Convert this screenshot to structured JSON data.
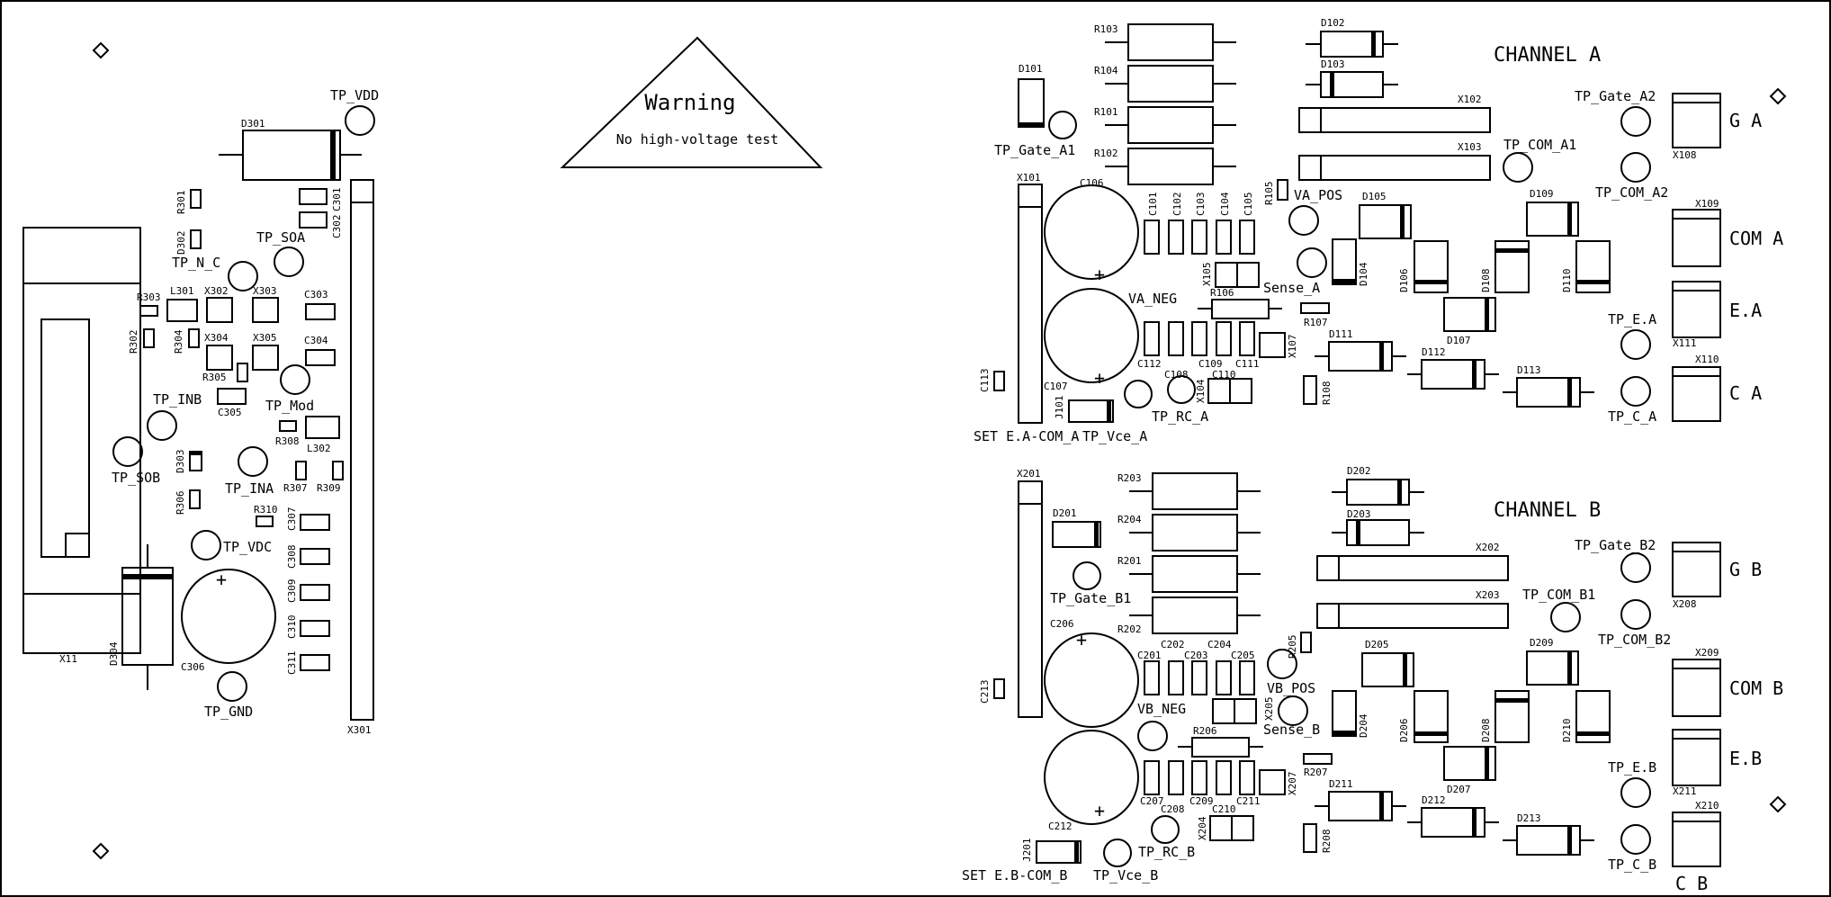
{
  "warning": {
    "title": "Warning",
    "message": "No high-voltage test"
  },
  "channel_a": {
    "title": "CHANNEL A",
    "connectors": {
      "ga": "G A",
      "coma": "COM A",
      "ea": "E.A",
      "ca": "C A"
    },
    "labels": {
      "set": "SET E.A-COM_A",
      "tp_vce": "TP_Vce_A",
      "tp_rc": "TP_RC_A",
      "tp_gate1": "TP_Gate_A1",
      "tp_gate2": "TP_Gate_A2",
      "tp_com1": "TP_COM_A1",
      "tp_com2": "TP_COM_A2",
      "tp_e": "TP_E.A",
      "tp_c": "TP_C_A",
      "va_pos": "VA_POS",
      "va_neg": "VA_NEG",
      "sense": "Sense_A"
    },
    "refs": {
      "r103": "R103",
      "r104": "R104",
      "r101": "R101",
      "r102": "R102",
      "d101": "D101",
      "d102": "D102",
      "d103": "D103",
      "x101": "X101",
      "x102": "X102",
      "x103": "X103",
      "x104": "X104",
      "x105": "X105",
      "x107": "X107",
      "x108": "X108",
      "x109": "X109",
      "x110": "X110",
      "x111": "X111",
      "c101": "C101",
      "c102": "C102",
      "c103": "C103",
      "c104": "C104",
      "c105": "C105",
      "c106": "C106",
      "c107": "C107",
      "c108": "C108",
      "c109": "C109",
      "c110": "C110",
      "c111": "C111",
      "c112": "C112",
      "c113": "C113",
      "r105": "R105",
      "r106": "R106",
      "r107": "R107",
      "r108": "R108",
      "d104": "D104",
      "d105": "D105",
      "d106": "D106",
      "d107": "D107",
      "d108": "D108",
      "d109": "D109",
      "d110": "D110",
      "d111": "D111",
      "d112": "D112",
      "d113": "D113",
      "j101": "J101"
    }
  },
  "channel_b": {
    "title": "CHANNEL B",
    "connectors": {
      "gb": "G B",
      "comb": "COM B",
      "eb": "E.B",
      "cb": "C B"
    },
    "labels": {
      "set": "SET E.B-COM_B",
      "tp_vce": "TP_Vce_B",
      "tp_rc": "TP_RC_B",
      "tp_gate1": "TP_Gate_B1",
      "tp_gate2": "TP_Gate_B2",
      "tp_com1": "TP_COM_B1",
      "tp_com2": "TP_COM_B2",
      "tp_e": "TP_E.B",
      "tp_c": "TP_C_B",
      "vb_pos": "VB_POS",
      "vb_neg": "VB_NEG",
      "sense": "Sense_B"
    },
    "refs": {
      "r203": "R203",
      "r204": "R204",
      "r201": "R201",
      "r202": "R202",
      "d201": "D201",
      "d202": "D202",
      "d203": "D203",
      "x201": "X201",
      "x202": "X202",
      "x203": "X203",
      "x204": "X204",
      "x205": "X205",
      "x207": "X207",
      "x208": "X208",
      "x209": "X209",
      "x210": "X210",
      "x211": "X211",
      "c201": "C201",
      "c202": "C202",
      "c203": "C203",
      "c204": "C204",
      "c205": "C205",
      "c206": "C206",
      "c207": "C207",
      "c208": "C208",
      "c209": "C209",
      "c210": "C210",
      "c211": "C211",
      "c212": "C212",
      "c213": "C213",
      "r205": "R205",
      "r206": "R206",
      "r207": "R207",
      "r208": "R208",
      "d204": "D204",
      "d205": "D205",
      "d206": "D206",
      "d207": "D207",
      "d208": "D208",
      "d209": "D209",
      "d210": "D210",
      "d211": "D211",
      "d212": "D212",
      "d213": "D213",
      "j201": "J201"
    }
  },
  "supply": {
    "labels": {
      "tp_vdd": "TP_VDD",
      "tp_soa": "TP_SOA",
      "tp_n_c": "TP_N_C",
      "tp_mod": "TP_Mod",
      "tp_inb": "TP_INB",
      "tp_sob": "TP_SOB",
      "tp_ina": "TP_INA",
      "tp_vdc": "TP_VDC",
      "tp_gnd": "TP_GND"
    },
    "refs": {
      "d301": "D301",
      "r301": "R301",
      "d302": "D302",
      "c301": "C301",
      "c302": "C302",
      "r303": "R303",
      "l301": "L301",
      "x302": "X302",
      "x303": "X303",
      "c303": "C303",
      "r302": "R302",
      "r304": "R304",
      "x304": "X304",
      "x305": "X305",
      "c304": "C304",
      "r305": "R305",
      "c305": "C305",
      "r308": "R308",
      "l302": "L302",
      "d303": "D303",
      "r306": "R306",
      "r307": "R307",
      "r309": "R309",
      "r310": "R310",
      "c307": "C307",
      "c308": "C308",
      "c309": "C309",
      "c310": "C310",
      "c311": "C311",
      "c306": "C306",
      "d304": "D304",
      "x11": "X11",
      "x301": "X301"
    }
  }
}
